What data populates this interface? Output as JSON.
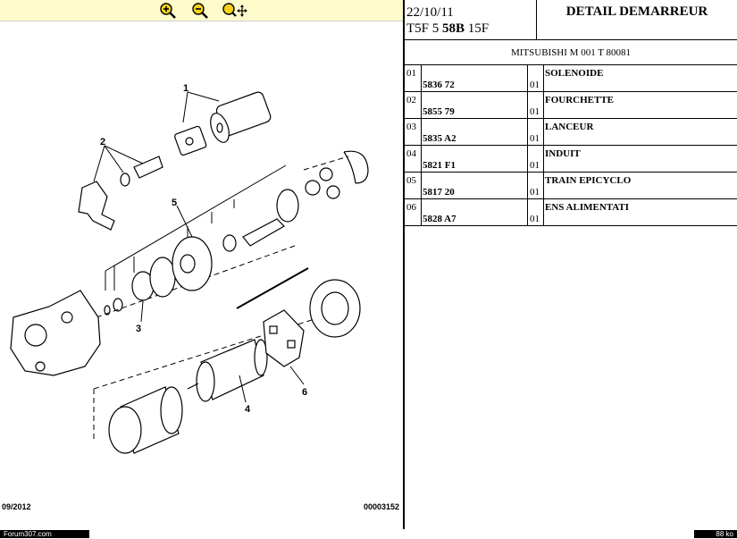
{
  "toolbar": {
    "zoom_in_icon": "zoom-in-icon",
    "zoom_out_icon": "zoom-out-icon",
    "pan_icon": "zoom-pan-icon"
  },
  "diagram": {
    "labels": [
      "1",
      "2",
      "3",
      "4",
      "5",
      "6"
    ],
    "footer_date": "09/2012",
    "footer_ref": "00003152"
  },
  "header": {
    "date": "22/10/11",
    "code_prefix": "T5F 5 ",
    "code_bold": "58B",
    "code_suffix": " 15F",
    "title": "DETAIL DEMARREUR",
    "model": "MITSUBISHI M 001 T 80081"
  },
  "parts": [
    {
      "idx": "01",
      "ref": "5836 72",
      "qty": "01",
      "name": "SOLENOIDE"
    },
    {
      "idx": "02",
      "ref": "5855 79",
      "qty": "01",
      "name": "FOURCHETTE"
    },
    {
      "idx": "03",
      "ref": "5835 A2",
      "qty": "01",
      "name": "LANCEUR"
    },
    {
      "idx": "04",
      "ref": "5821 F1",
      "qty": "01",
      "name": "INDUIT"
    },
    {
      "idx": "05",
      "ref": "5817 20",
      "qty": "01",
      "name": "TRAIN EPICYCLO"
    },
    {
      "idx": "06",
      "ref": "5828 A7",
      "qty": "01",
      "name": "ENS ALIMENTATI"
    }
  ],
  "status": {
    "left": "Forum307.com",
    "right": "88 ko"
  },
  "colors": {
    "toolbar_bg": "#fffccc",
    "icon_yellow": "#f4d21c"
  }
}
